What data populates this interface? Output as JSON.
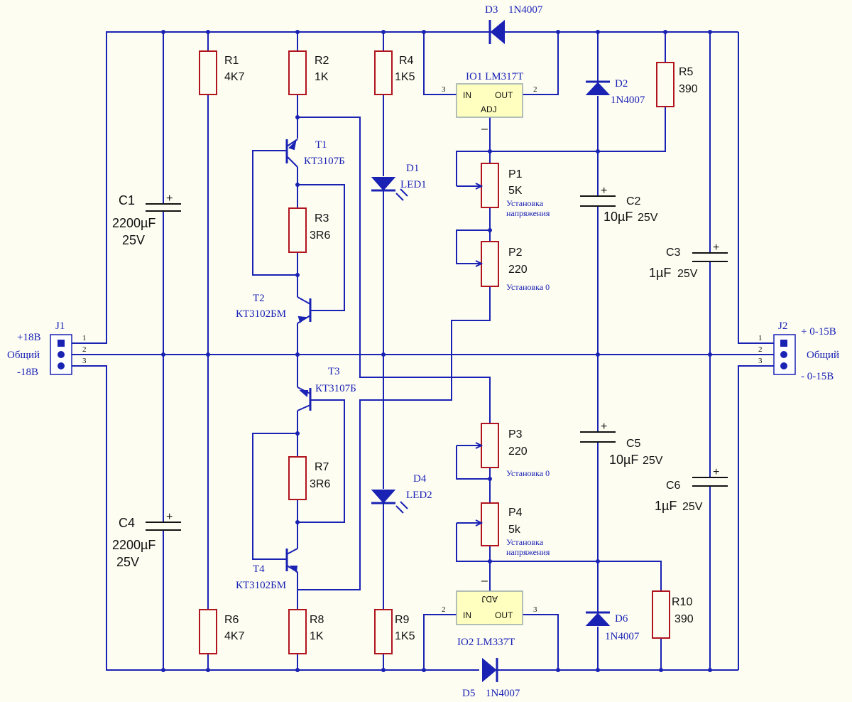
{
  "components": {
    "D3": {
      "ref": "D3",
      "value": "1N4007"
    },
    "D5": {
      "ref": "D5",
      "value": "1N4007"
    },
    "D2": {
      "ref": "D2",
      "value": "1N4007"
    },
    "D6": {
      "ref": "D6",
      "value": "1N4007"
    },
    "D1": {
      "ref": "D1",
      "value": "LED1"
    },
    "D4": {
      "ref": "D4",
      "value": "LED2"
    },
    "R1": {
      "ref": "R1",
      "value": "4K7"
    },
    "R2": {
      "ref": "R2",
      "value": "1K"
    },
    "R3": {
      "ref": "R3",
      "value": "3R6"
    },
    "R4": {
      "ref": "R4",
      "value": "1K5"
    },
    "R5": {
      "ref": "R5",
      "value": "390"
    },
    "R6": {
      "ref": "R6",
      "value": "4K7"
    },
    "R7": {
      "ref": "R7",
      "value": "3R6"
    },
    "R8": {
      "ref": "R8",
      "value": "1K"
    },
    "R9": {
      "ref": "R9",
      "value": "1K5"
    },
    "R10": {
      "ref": "R10",
      "value": "390"
    },
    "P1": {
      "ref": "P1",
      "value": "5K",
      "note1": "Установка",
      "note2": "напряжения"
    },
    "P2": {
      "ref": "P2",
      "value": "220",
      "note1": "Установка 0"
    },
    "P3": {
      "ref": "P3",
      "value": "220",
      "note1": "Установка 0"
    },
    "P4": {
      "ref": "P4",
      "value": "5k",
      "note1": "Установка",
      "note2": "напряжения"
    },
    "C1": {
      "ref": "C1",
      "value": "2200µF",
      "volt": "25V"
    },
    "C4": {
      "ref": "C4",
      "value": "2200µF",
      "volt": "25V"
    },
    "C2": {
      "ref": "C2",
      "value": "10µF",
      "volt": "25V"
    },
    "C5": {
      "ref": "C5",
      "value": "10µF",
      "volt": "25V"
    },
    "C3": {
      "ref": "C3",
      "value": "1µF",
      "volt": "25V"
    },
    "C6": {
      "ref": "C6",
      "value": "1µF",
      "volt": "25V"
    },
    "T1": {
      "ref": "T1",
      "value": "КТ3107Б"
    },
    "T2": {
      "ref": "T2",
      "value": "КТ3102БМ"
    },
    "T3": {
      "ref": "T3",
      "value": "КТ3107Б"
    },
    "T4": {
      "ref": "T4",
      "value": "КТ3102БМ"
    },
    "IO1": {
      "label": "IO1 LM317T",
      "in": "IN",
      "out": "OUT",
      "adj": "ADJ",
      "pin_in": "3",
      "pin_out": "2",
      "minus": "–"
    },
    "IO2": {
      "label": "IO2 LM337T",
      "in": "IN",
      "out": "OUT",
      "adj": "ADJ",
      "pin_in": "2",
      "pin_out": "3",
      "minus": "–"
    }
  },
  "connectors": {
    "J1": {
      "ref": "J1",
      "labels": [
        "+18В",
        "Общий",
        "-18В"
      ],
      "pins": [
        "1",
        "2",
        "3"
      ]
    },
    "J2": {
      "ref": "J2",
      "labels": [
        "+ 0-15В",
        "Общий",
        "- 0-15В"
      ],
      "pins": [
        "1",
        "2",
        "3"
      ]
    }
  },
  "plus_sign": "+"
}
